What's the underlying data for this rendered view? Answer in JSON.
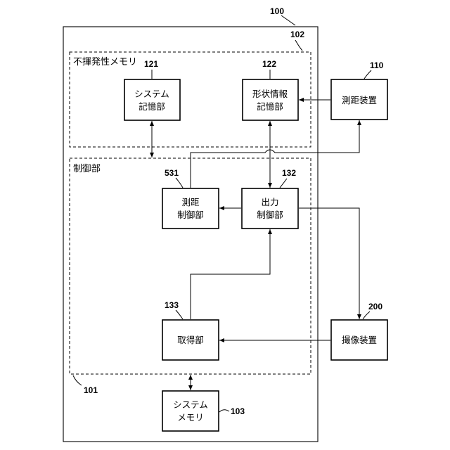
{
  "labels": {
    "device_number": "100",
    "nonvolatile_region_number": "102",
    "nonvolatile_region_name": "不揮発性メモリ",
    "control_region_name": "制御部",
    "control_region_number": "101",
    "system_storage_number": "121",
    "shape_storage_number": "122",
    "ranging_device_number": "110",
    "ranging_control_number": "531",
    "output_control_number": "132",
    "acquisition_number": "133",
    "imaging_device_number": "200",
    "system_memory_number": "103"
  },
  "boxes": {
    "system_storage": [
      "システム",
      "記憶部"
    ],
    "shape_storage": [
      "形状情報",
      "記憶部"
    ],
    "ranging_device": [
      "測距装置"
    ],
    "ranging_control": [
      "測距",
      "制御部"
    ],
    "output_control": [
      "出力",
      "制御部"
    ],
    "acquisition": [
      "取得部"
    ],
    "imaging_device": [
      "撮像装置"
    ],
    "system_memory": [
      "システム",
      "メモリ"
    ]
  }
}
